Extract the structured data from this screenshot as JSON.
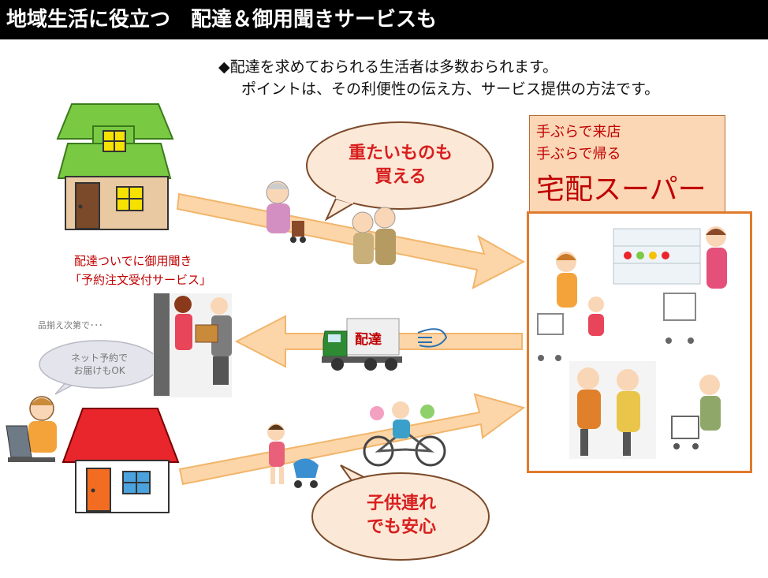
{
  "title": "地域生活に役立つ　配達＆御用聞きサービスも",
  "intro": {
    "line1": "◆配達を求めておられる生活者は多数おられます。",
    "line2": "ポイントは、その利便性の伝え方、サービス提供の方法です。"
  },
  "bubble_top": {
    "line1": "重たいものも",
    "line2": "買える"
  },
  "bubble_bottom": {
    "line1": "子供連れ",
    "line2": "でも安心"
  },
  "order_note": {
    "line1": "配達ついでに御用聞き",
    "line2": "「予約注文受付サービス」"
  },
  "small_note": "品揃え次第で･･･",
  "gray_bubble": {
    "line1": "ネット予約で",
    "line2": "お届けもOK"
  },
  "truck_label": "配達",
  "super_box": {
    "line1": "手ぶらで来店",
    "line2": "手ぶらで帰る",
    "title": "宅配スーパー"
  },
  "colors": {
    "arrow_fill": "#fcd6a8",
    "arrow_stroke": "#f2b56b",
    "accent_red": "#c00000",
    "store_border": "#e07a2c"
  }
}
